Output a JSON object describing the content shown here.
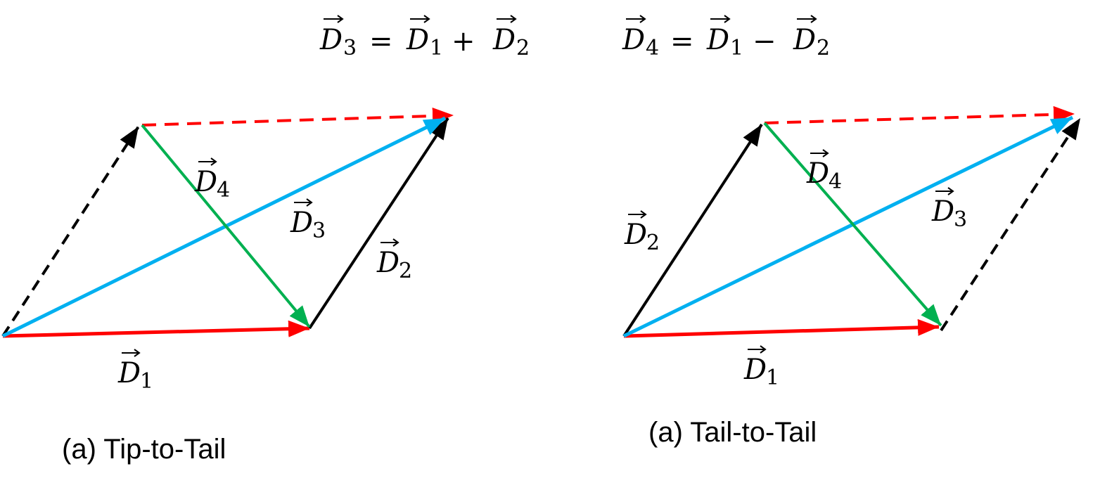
{
  "equations": {
    "sum": {
      "lhs": "3",
      "rhs_a": "1",
      "op": "+",
      "rhs_b": "2"
    },
    "diff": {
      "lhs": "4",
      "rhs_a": "1",
      "op": "−",
      "rhs_b": "2"
    },
    "equals": "=",
    "vector_symbol": "D"
  },
  "panels": [
    {
      "caption": "(a) Tip-to-Tail",
      "labels": {
        "d1": "1",
        "d2": "2",
        "d3": "3",
        "d4": "4"
      }
    },
    {
      "caption": "(a) Tail-to-Tail",
      "labels": {
        "d1": "1",
        "d2": "2",
        "d3": "3",
        "d4": "4"
      }
    }
  ],
  "colors": {
    "d1": "#ff0000",
    "d2": "#000000",
    "d3": "#00b0f0",
    "d4": "#00b050",
    "dashed_red": "#ff0000",
    "dashed_black": "#000000"
  }
}
